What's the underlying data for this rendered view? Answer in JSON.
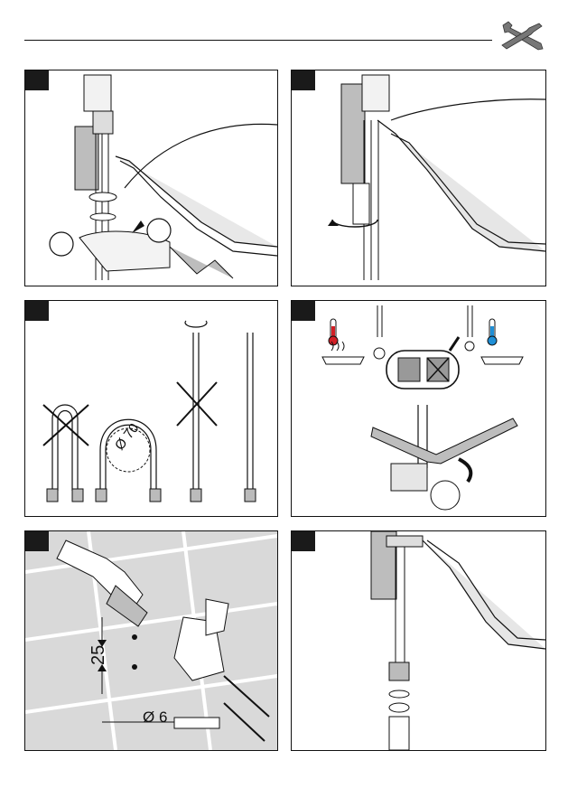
{
  "header": {
    "tools_icon": "wrench-screwdriver-icon"
  },
  "steps": [
    {
      "icon": "step-marker"
    },
    {
      "icon": "step-marker"
    },
    {
      "icon": "step-marker",
      "bend_label": "Ø 70"
    },
    {
      "icon": "step-marker",
      "hot_icon": "thermometer-hot-icon",
      "cold_icon": "thermometer-cold-icon"
    },
    {
      "icon": "step-marker",
      "distance_label": "25",
      "drill_label": "Ø 6"
    },
    {
      "icon": "step-marker"
    }
  ],
  "colors": {
    "hot": "#d21f26",
    "cold": "#1f8fd6",
    "wall_grey": "#d9d9d9",
    "line": "#111111"
  }
}
